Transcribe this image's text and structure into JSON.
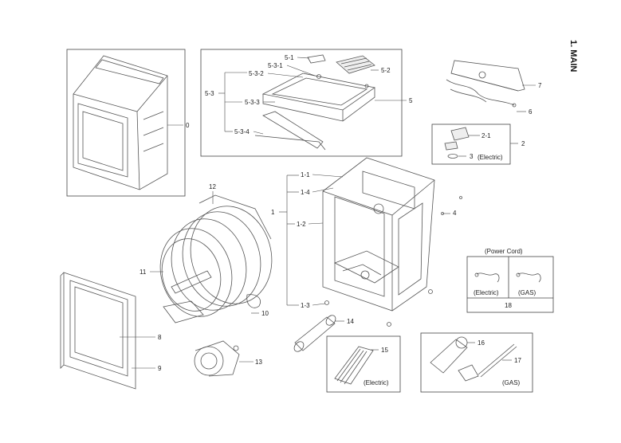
{
  "header": {
    "section_title": "1. MAIN"
  },
  "labels": {
    "p0": "0",
    "p1": "1",
    "p1_1": "1-1",
    "p1_2": "1-2",
    "p1_3": "1-3",
    "p1_4": "1-4",
    "p2": "2",
    "p2_1": "2-1",
    "p3": "3",
    "p4": "4",
    "p5": "5",
    "p5_1": "5-1",
    "p5_2": "5-2",
    "p5_3": "5-3",
    "p5_3_1": "5-3-1",
    "p5_3_2": "5-3-2",
    "p5_3_3": "5-3-3",
    "p5_3_4": "5-3-4",
    "p6": "6",
    "p7": "7",
    "p8": "8",
    "p9": "9",
    "p10": "10",
    "p11": "11",
    "p12": "12",
    "p13": "13",
    "p14": "14",
    "p15": "15",
    "p16": "16",
    "p17": "17",
    "p18": "18"
  },
  "notes": {
    "electric": "(Electric)",
    "gas": "(GAS)",
    "power_cord": "(Power Cord)"
  }
}
